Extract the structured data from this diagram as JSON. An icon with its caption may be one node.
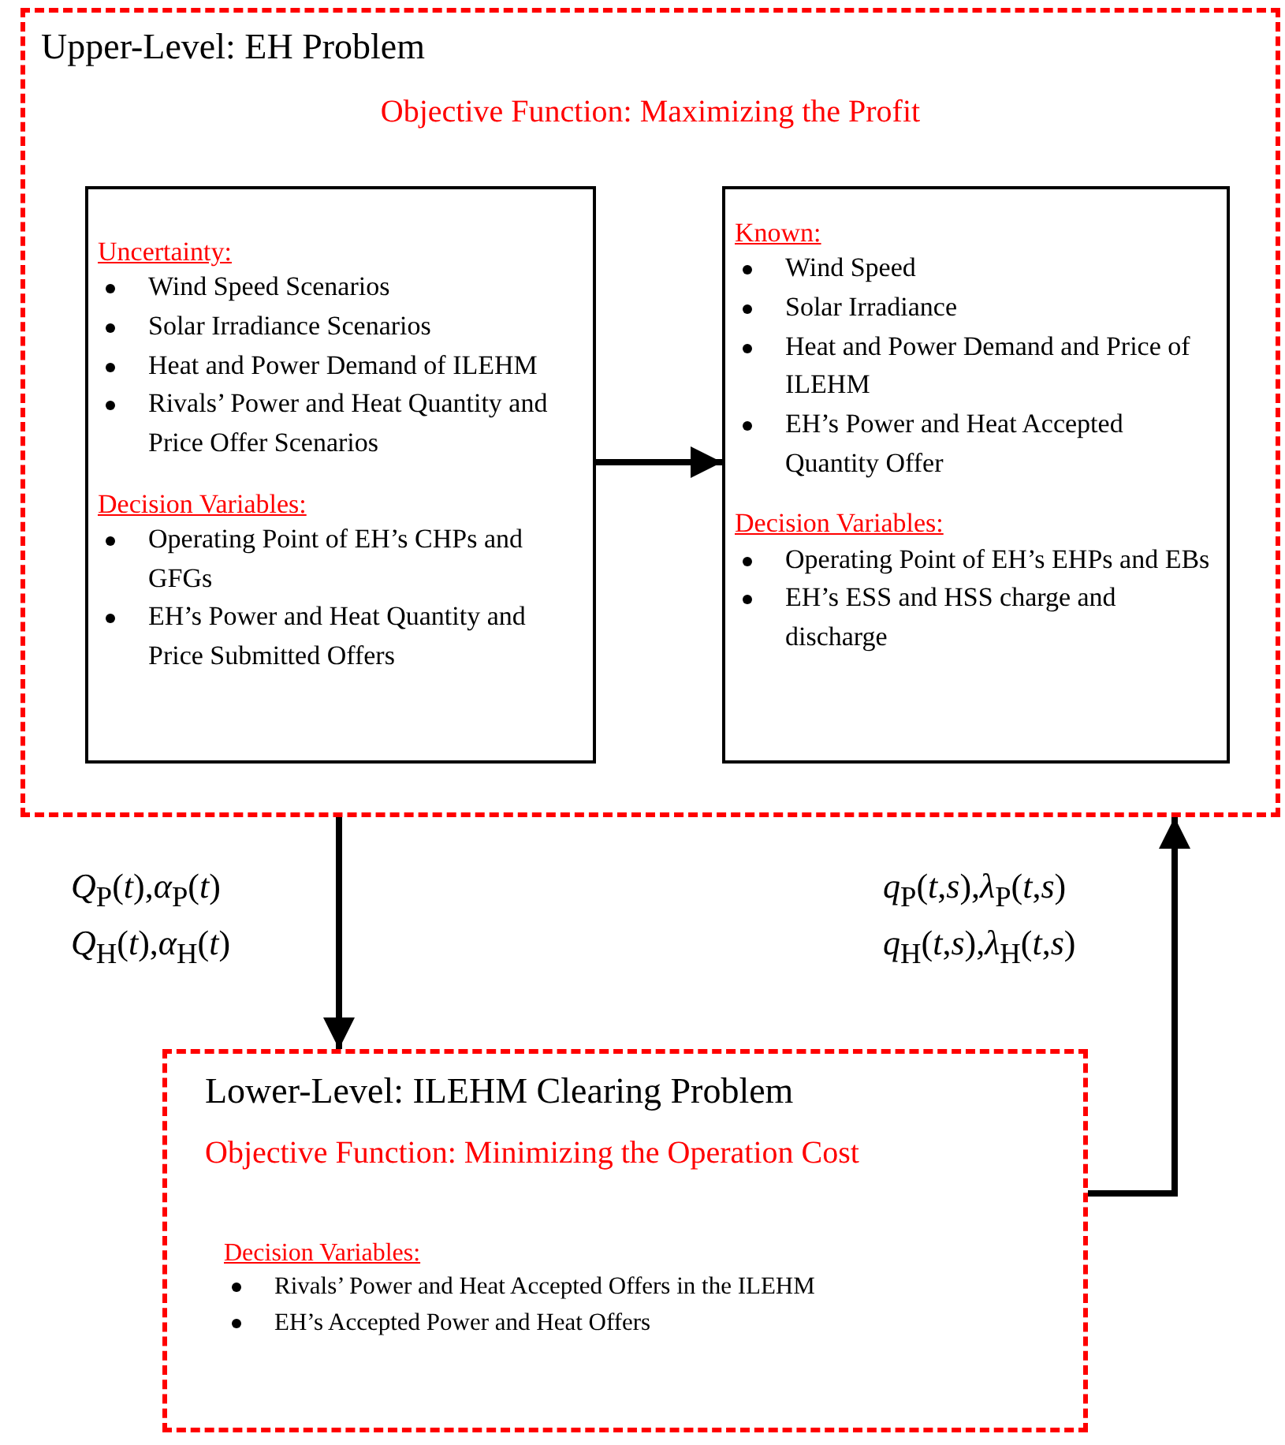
{
  "diagram": {
    "nodes": [
      {
        "text": [
          "Upper-Level: EH Problem",
          "Objective Function: Maximizing the Profit"
        ]
      },
      {
        "text": [
          "Uncertainty:",
          "Wind Speed Scenarios",
          "Solar Irradiance Scenarios",
          "Heat and Power Demand of ILEHM",
          "Rivals’ Power and Heat Quantity and Price Offer Scenarios",
          "Decision Variables:",
          "Operating Point of EH’s CHPs and GFGs",
          "EH’s Power and Heat Quantity and Price Submitted Offers"
        ],
        "in": 0
      },
      {
        "text": [
          "Known:",
          "Wind Speed",
          "Solar Irradiance",
          "Heat and Power Demand and Price of ILEHM",
          "EH’s  Power and Heat Accepted Quantity Offer",
          "Decision Variables:",
          "Operating Point of EH’s EHPs and EBs",
          "EH’s ESS and HSS charge and discharge"
        ],
        "in": 0
      },
      {
        "text": [
          "Lower-Level: ILEHM Clearing Problem",
          "Objective Function: Minimizing the Operation Cost",
          "Decision Variables:",
          "Rivals’ Power and Heat Accepted Offers in the ILEHM",
          "EH’s Accepted Power and Heat Offers"
        ]
      }
    ],
    "edges": [
      {
        "from": 1,
        "to": 2,
        "arrow": "to"
      },
      {
        "from": 0,
        "to": 3,
        "arrow": "to",
        "label": "*Q*$_{P}$(*t*),*α*$_{P}$(*t*) *Q*$_{H}$(*t*),*α*$_{H}$(*t*)"
      },
      {
        "from": 3,
        "to": 0,
        "arrow": "to",
        "label": "*q*$_{P}$(*t*,*s*),*λ*$_{P}$(*t*,*s*) *q*$_{H}$(*t*,*s*),*λ*$_{H}$(*t*,*s*)"
      }
    ]
  }
}
